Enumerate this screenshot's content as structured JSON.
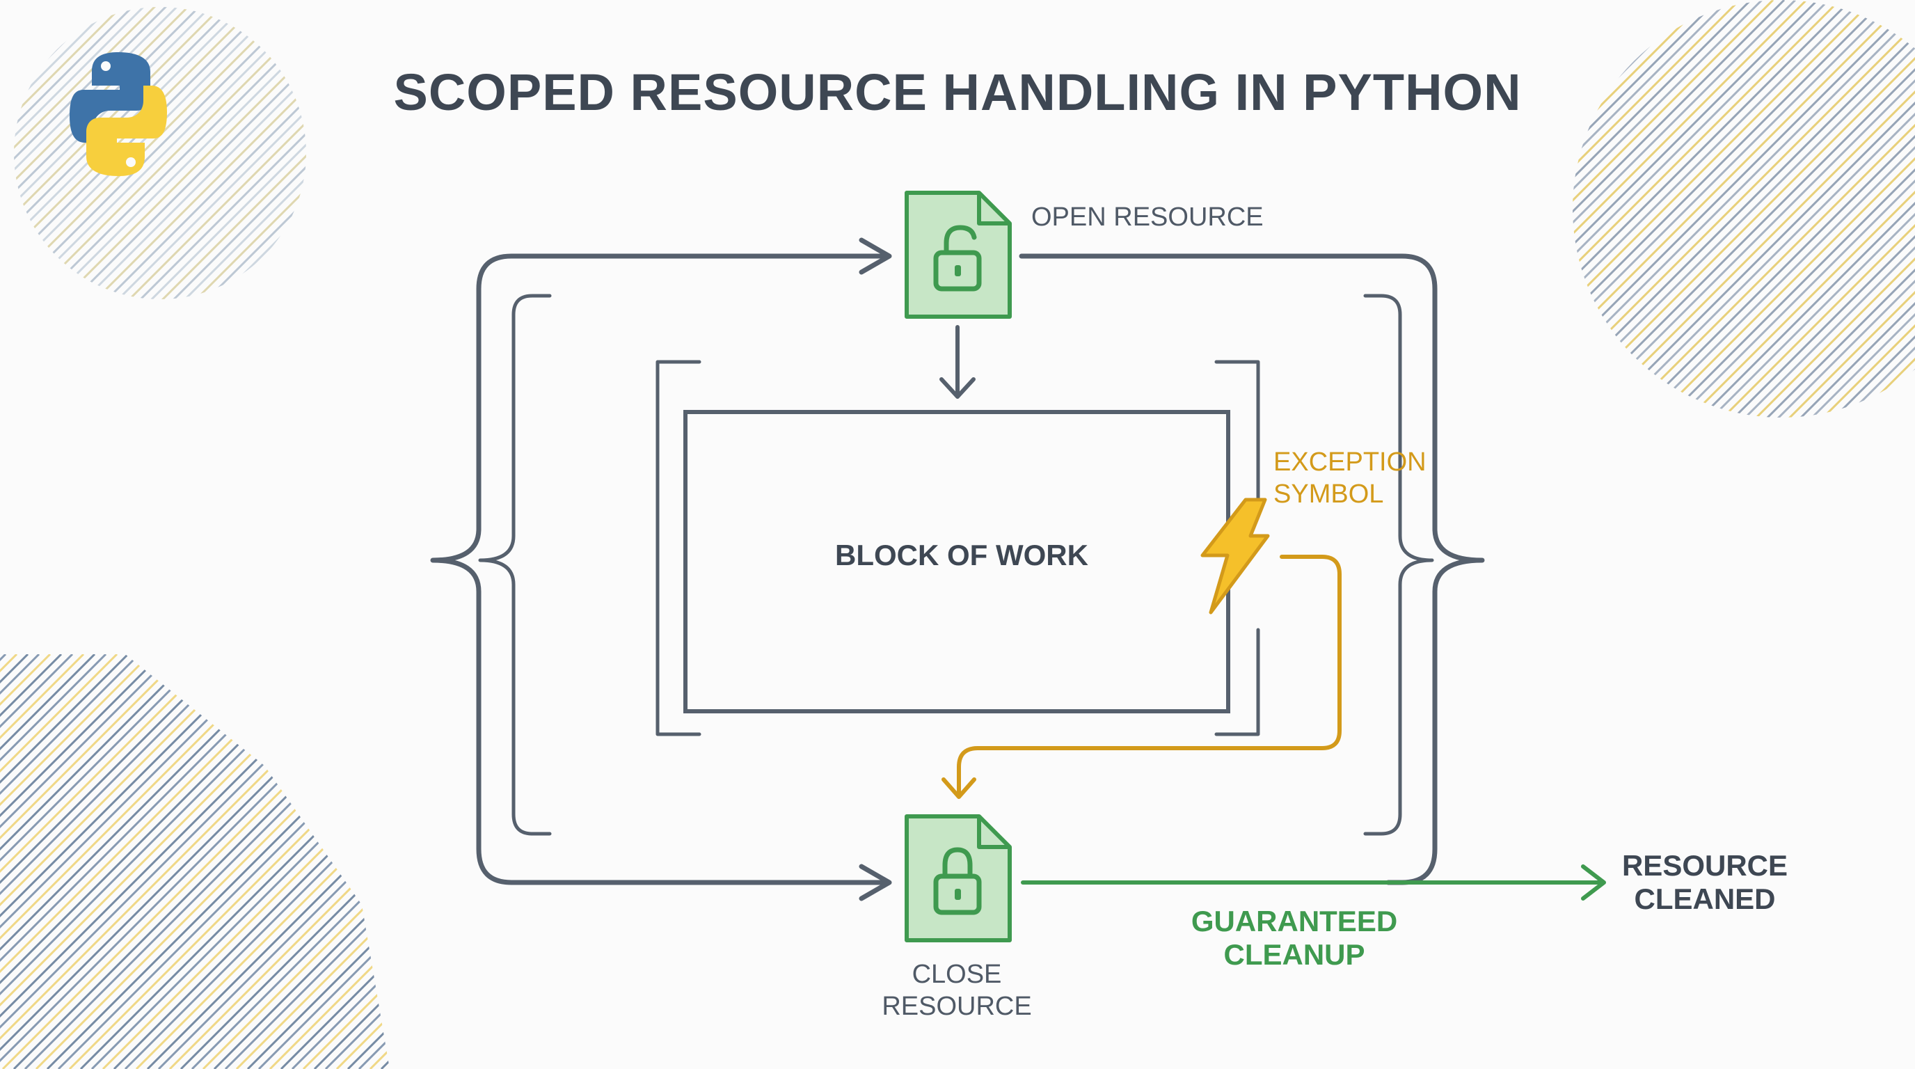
{
  "title": "SCOPED RESOURCE HANDLING IN PYTHON",
  "nodes": {
    "open_resource": "OPEN RESOURCE",
    "block_of_work": "BLOCK OF WORK",
    "exception_line1": "EXCEPTION",
    "exception_line2": "SYMBOL",
    "close_line1": "CLOSE",
    "close_line2": "RESOURCE",
    "cleanup_line1": "GUARANTEED",
    "cleanup_line2": "CLEANUP",
    "cleaned_line1": "RESOURCE",
    "cleaned_line2": "CLEANED"
  },
  "icons": {
    "logo": "python-logo",
    "open": "unlocked-file-icon",
    "close": "locked-file-icon",
    "exception": "lightning-bolt-icon"
  },
  "colors": {
    "slate": "#56606d",
    "title": "#3e4753",
    "green": "#3f9a4f",
    "green_fill": "#c7e6c6",
    "amber": "#d39a1a",
    "bolt": "#f5c02a",
    "python_blue": "#3e73a8",
    "python_yellow": "#f7cf3d"
  }
}
